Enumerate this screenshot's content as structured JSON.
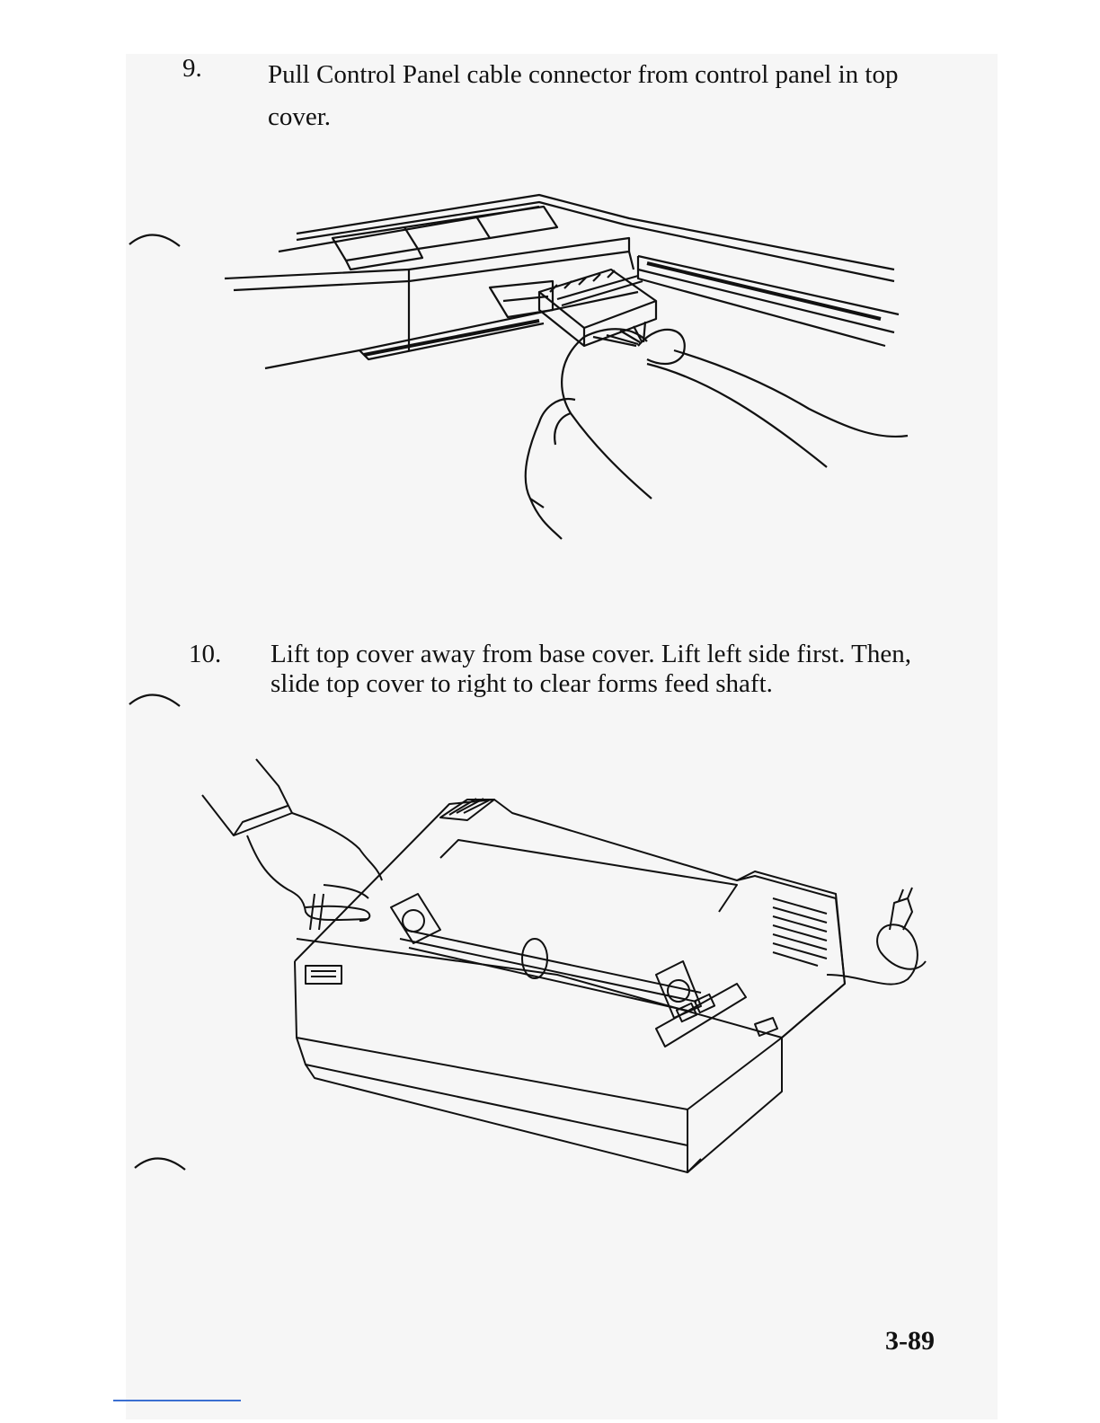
{
  "steps": [
    {
      "number": "9.",
      "text": "Pull Control Panel cable connector from control panel in top cover."
    },
    {
      "number": "10.",
      "text": "Lift top cover away from base cover. Lift left side first. Then, slide top cover to right to clear forms feed shaft."
    }
  ],
  "page_number": "3-89"
}
